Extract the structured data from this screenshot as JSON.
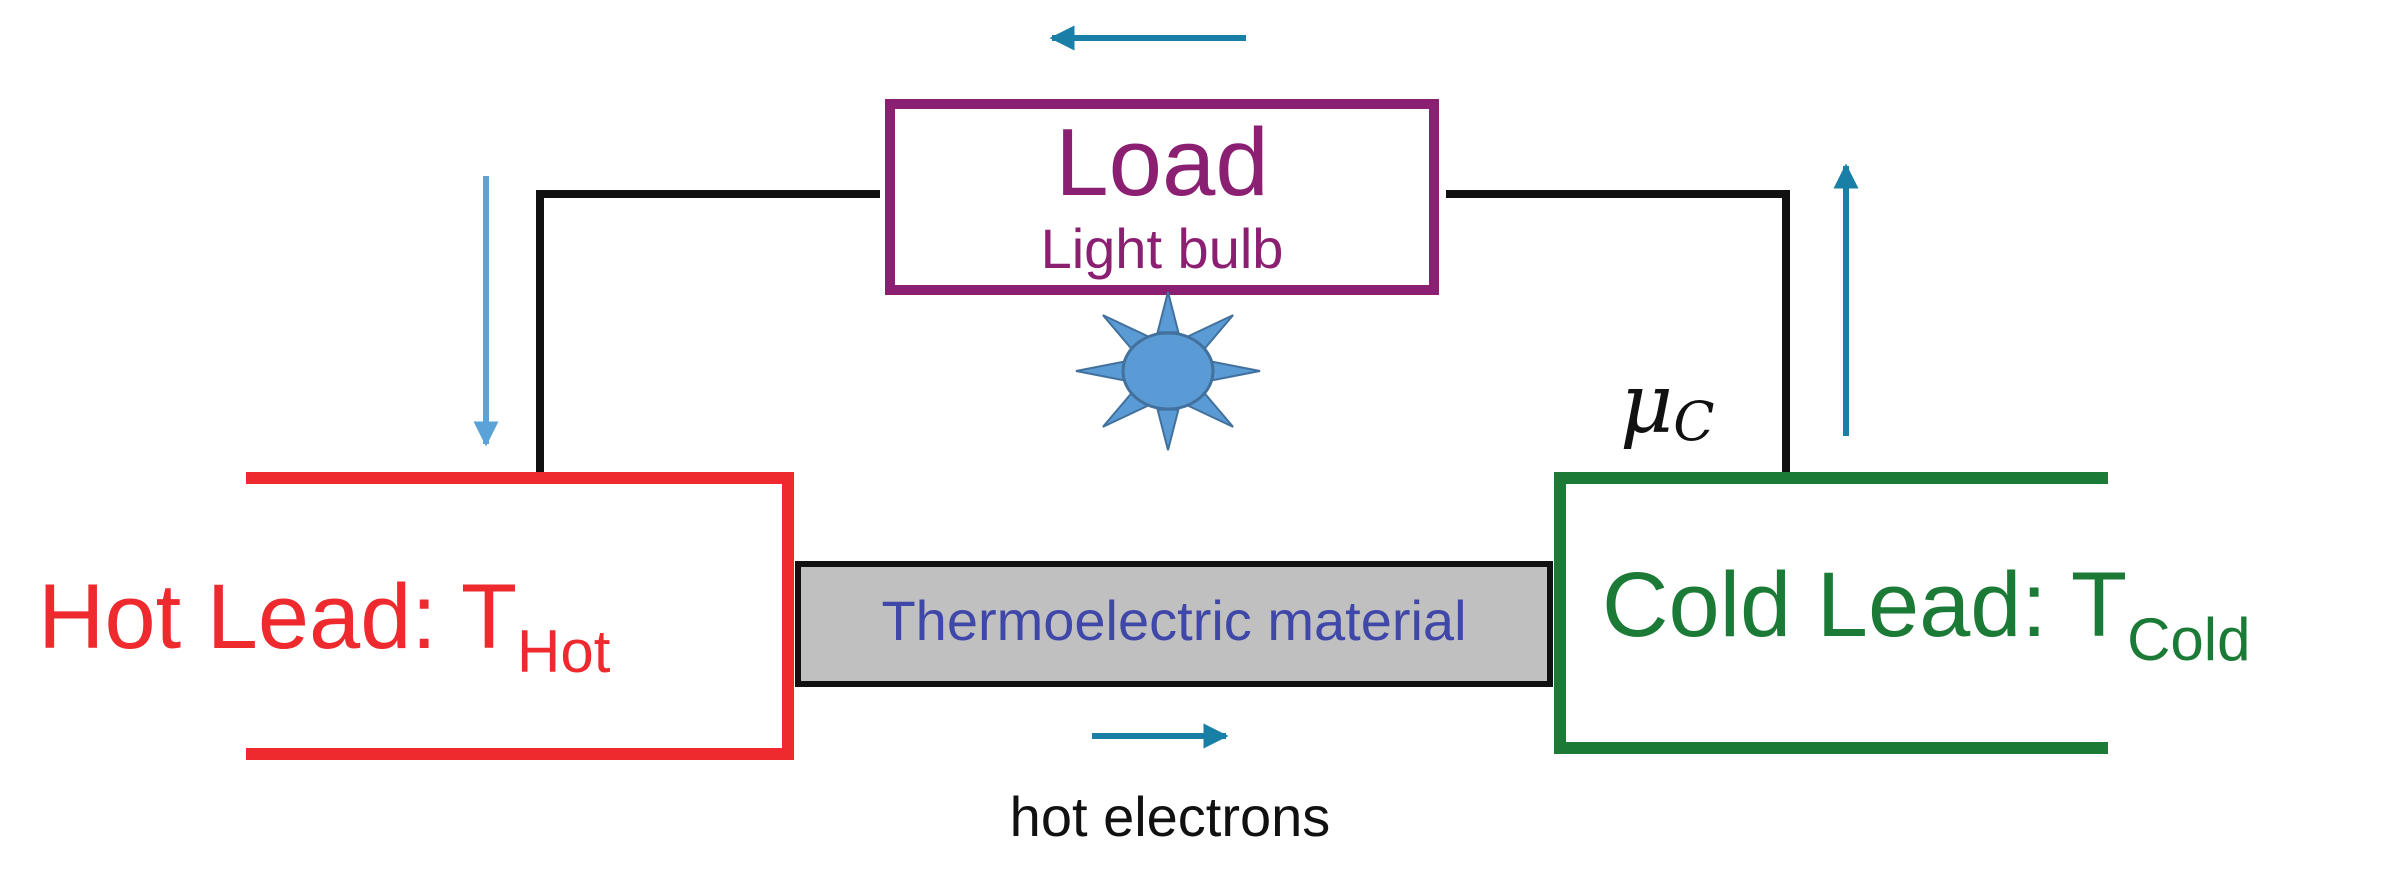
{
  "load": {
    "title": "Load",
    "subtitle": "Light bulb"
  },
  "hot_lead": {
    "label": "Hot Lead: T",
    "subscript": "Hot"
  },
  "cold_lead": {
    "label": "Cold Lead: T",
    "subscript": "Cold"
  },
  "material": {
    "label": "Thermoelectric material"
  },
  "cold_potential": {
    "symbol": "μ",
    "subscript": "C"
  },
  "electrons": {
    "label": "hot electrons"
  },
  "colors": {
    "hot": "#ee2a2e",
    "cold": "#1b7a36",
    "load": "#8b1f72",
    "material_text": "#3f47a8",
    "material_fill": "#c0c0c0",
    "arrow": "#1a7fa6",
    "arrow_light": "#5aa3d8",
    "bulb_fill": "#5b9bd5",
    "bulb_stroke": "#41719c",
    "wire": "#111111"
  }
}
